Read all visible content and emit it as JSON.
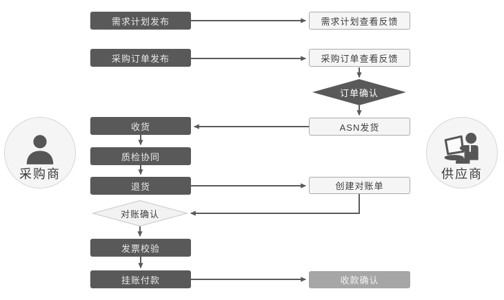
{
  "colors": {
    "dark_node": "#595959",
    "dark_node_text": "#e9e9e9",
    "light_node_fill": "#f5f5f5",
    "light_node_border": "#a9a9a9",
    "medium_node": "#a6a6a6",
    "connector": "#595959",
    "circle_fill": "#f5f5f5",
    "circle_border": "#d6d6d6",
    "label_text": "#3d3d3d"
  },
  "actors": {
    "buyer": {
      "label": "采购商",
      "icon": "person-icon"
    },
    "supplier": {
      "label": "供应商",
      "icon": "person-laptop-icon"
    }
  },
  "nodes": {
    "demand_plan_publish": {
      "label": "需求计划发布"
    },
    "demand_plan_feedback": {
      "label": "需求计划查看反馈"
    },
    "po_publish": {
      "label": "采购订单发布"
    },
    "po_feedback": {
      "label": "采购订单查看反馈"
    },
    "order_confirm": {
      "label": "订单确认"
    },
    "receive_goods": {
      "label": "收货"
    },
    "asn_ship": {
      "label": "ASN发货"
    },
    "quality_collab": {
      "label": "质检协同"
    },
    "return_goods": {
      "label": "退货"
    },
    "create_statement": {
      "label": "创建对账单"
    },
    "statement_confirm": {
      "label": "对账确认"
    },
    "invoice_check": {
      "label": "发票校验"
    },
    "book_payment": {
      "label": "挂账付款"
    },
    "receipt_confirm": {
      "label": "收款确认"
    }
  }
}
